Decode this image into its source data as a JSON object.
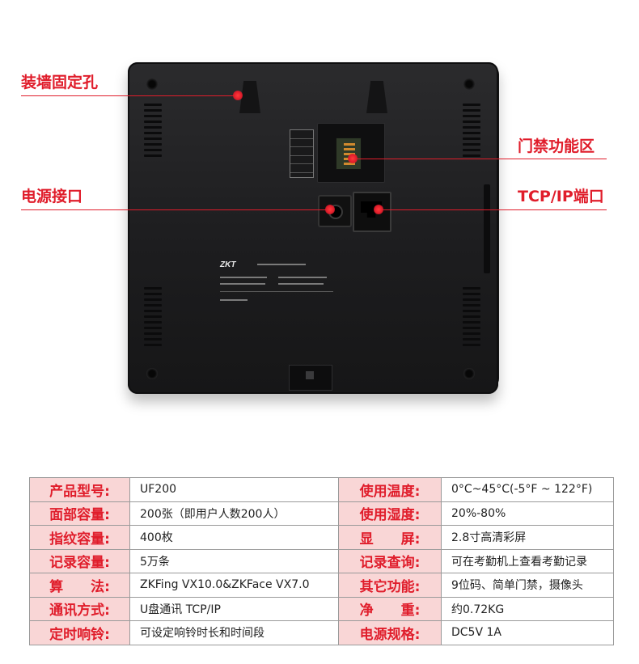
{
  "callouts": {
    "wall_mount_holes": "装墙固定孔",
    "access_control_area": "门禁功能区",
    "power_port": "电源接口",
    "tcp_ip_port": "TCP/IP端口"
  },
  "colors": {
    "accent_red": "#e01d2b",
    "label_bg": "#f9d6d6",
    "device_body": "#1d1d1f"
  },
  "specs": [
    {
      "label_left": "产品型号:",
      "value_left": "UF200",
      "label_right": "使用温度:",
      "value_right": "0°C~45°C(-5°F ~ 122°F)"
    },
    {
      "label_left": "面部容量:",
      "value_left": "200张（即用户人数200人）",
      "label_right": "使用湿度:",
      "value_right": "20%-80%"
    },
    {
      "label_left": "指纹容量:",
      "value_left": "400枚",
      "label_right": "显　　屏:",
      "value_right": "2.8寸高清彩屏"
    },
    {
      "label_left": "记录容量:",
      "value_left": "5万条",
      "label_right": "记录查询:",
      "value_right": "可在考勤机上查看考勤记录"
    },
    {
      "label_left": "算　　法:",
      "value_left": "ZKFing VX10.0&ZKFace VX7.0",
      "label_right": "其它功能:",
      "value_right": "9位码、简单门禁，摄像头"
    },
    {
      "label_left": "通讯方式:",
      "value_left": "U盘通讯  TCP/IP",
      "label_right": "净　　重:",
      "value_right": "约0.72KG"
    },
    {
      "label_left": "定时响铃:",
      "value_left": "可设定响铃时长和时间段",
      "label_right": "电源规格:",
      "value_right": "DC5V 1A"
    }
  ]
}
